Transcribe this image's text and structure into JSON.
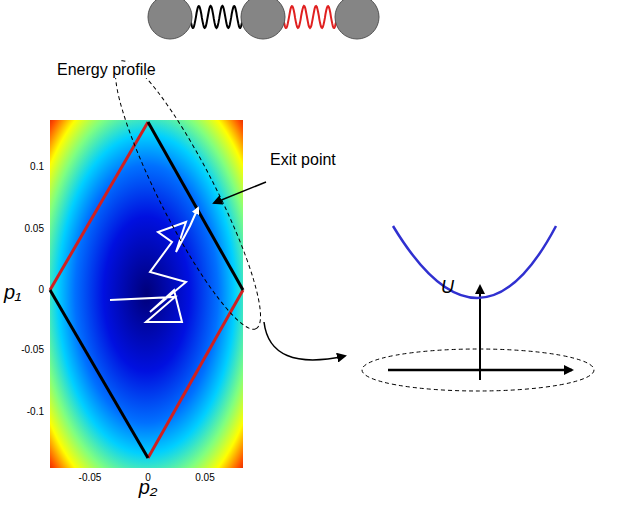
{
  "diagram": {
    "labels": [
      "Energy profile",
      "Exit point",
      "U",
      "0.1",
      "0.05",
      "0",
      "-0.05",
      "-0.1",
      "-0.05",
      "0",
      "0.05",
      "p₁",
      "p₂"
    ]
  }
}
